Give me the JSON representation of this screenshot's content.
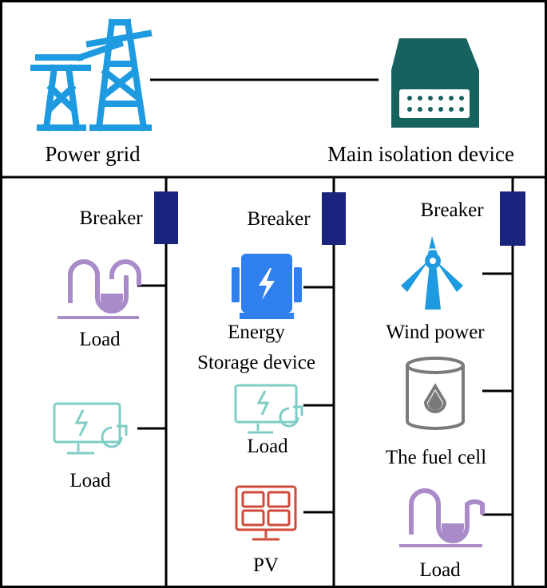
{
  "labels": {
    "power_grid": "Power grid",
    "main_isolation": "Main isolation device",
    "breaker_1": "Breaker",
    "breaker_2": "Breaker",
    "breaker_3": "Breaker",
    "load_1": "Load",
    "load_2": "Load",
    "energy_storage_line1": "Energy",
    "energy_storage_line2": "Storage device",
    "load_3": "Load",
    "pv": "PV",
    "wind_power": "Wind power",
    "fuel_cell": "The fuel cell",
    "load_4": "Load"
  },
  "colors": {
    "grid_tower": "#1e9be0",
    "isolation_device": "#17625e",
    "breaker": "#1a237e",
    "load_pot": "#a98bc9",
    "load_monitor": "#7ecdc6",
    "energy_storage": "#2f80ed",
    "pv_panel": "#d04a3a",
    "wind_turbine": "#1e9be0",
    "fuel_cell": "#7a7a7a",
    "line": "#000000"
  },
  "icons": {
    "power_grid": "transmission-tower-icon",
    "main_isolation": "isolation-device-icon",
    "breaker": "breaker-icon",
    "load_pot": "load-u-tube-icon",
    "load_monitor": "load-monitor-icon",
    "energy_storage": "energy-storage-icon",
    "pv": "solar-panel-icon",
    "wind_power": "wind-turbine-icon",
    "fuel_cell": "fuel-barrel-icon"
  }
}
